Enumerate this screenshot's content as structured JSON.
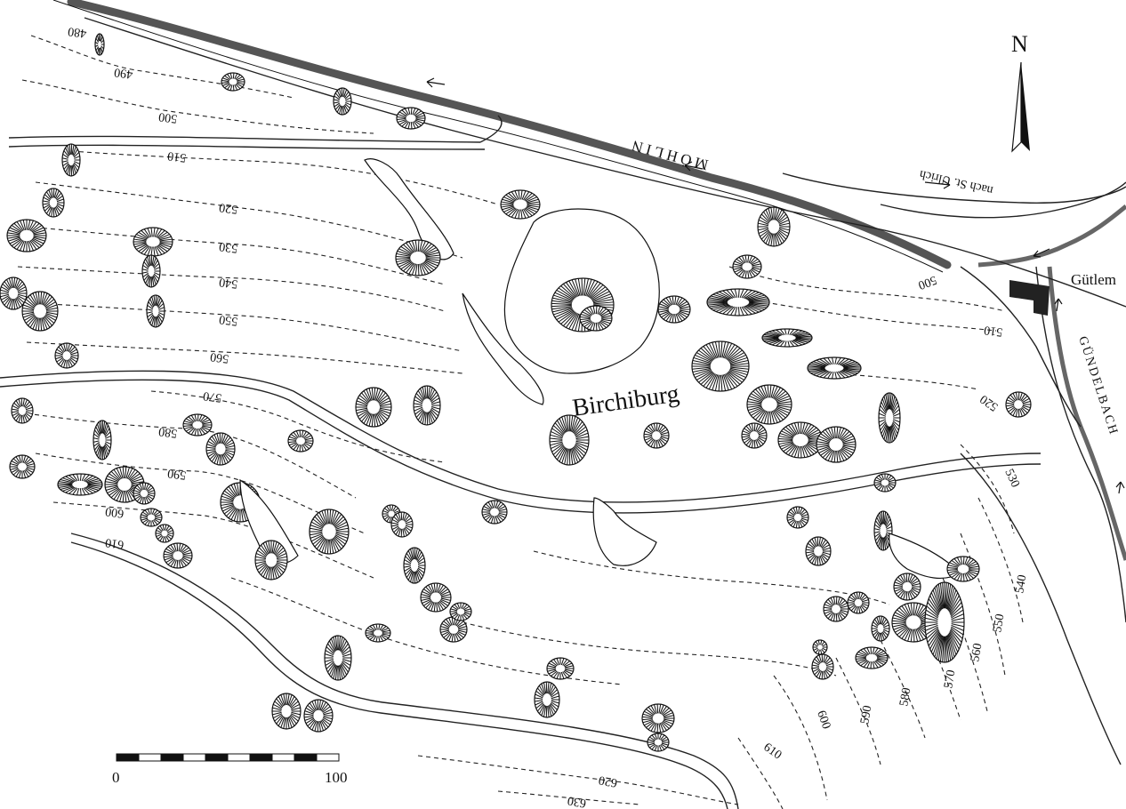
{
  "map": {
    "river_name": "MÖHLIN",
    "stream_name": "GÜNDELBACH",
    "site_name": "Birchiburg",
    "place_name": "Gütlem",
    "road_label": "nach St. Ulrich",
    "north_label": "N",
    "scale": {
      "start": "0",
      "end": "100"
    },
    "contours": [
      "480",
      "490",
      "500",
      "510",
      "520",
      "530",
      "540",
      "550",
      "560",
      "570",
      "580",
      "590",
      "600",
      "610",
      "620",
      "630"
    ],
    "east_contours": [
      "500",
      "510",
      "520",
      "530",
      "540",
      "550",
      "560",
      "570",
      "580",
      "590",
      "600",
      "610"
    ]
  }
}
